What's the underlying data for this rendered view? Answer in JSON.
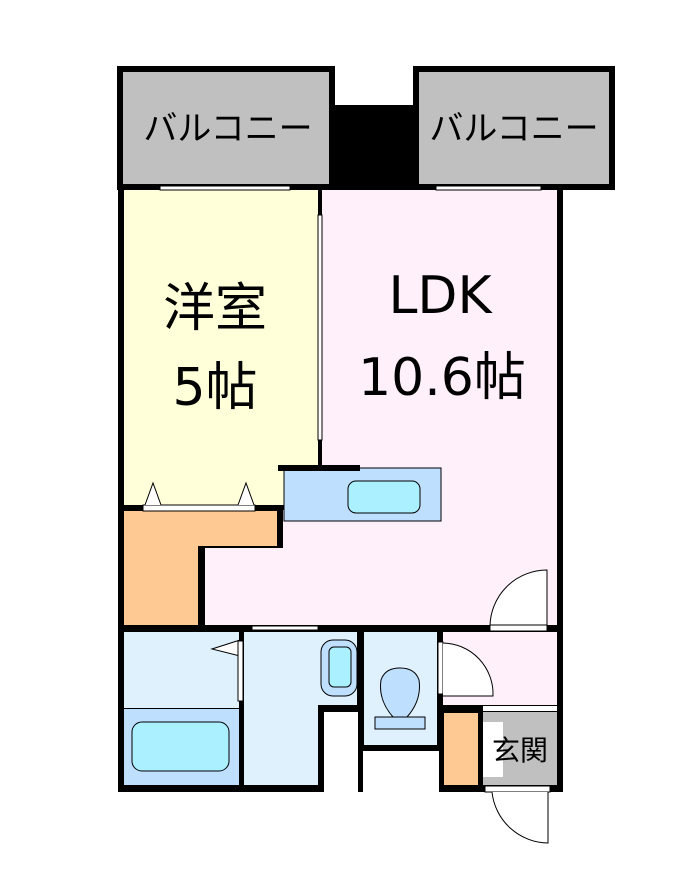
{
  "floor_plan": {
    "balcony_left": "バルコニー",
    "balcony_right": "バルコニー",
    "western_room": {
      "name": "洋室",
      "size": "5帖"
    },
    "ldk": {
      "name": "LDK",
      "size": "10.6帖"
    },
    "entrance": "玄関"
  },
  "colors": {
    "wall": "#000000",
    "balcony": "#c0c0c0",
    "western_room": "#ffffd9",
    "ldk": "#fff0fa",
    "storage": "#ffc994",
    "wet_area": "#dff1fd",
    "fixture": "#bfdfff",
    "basin": "#aaf0ff",
    "entrance": "#c0c0c0"
  }
}
